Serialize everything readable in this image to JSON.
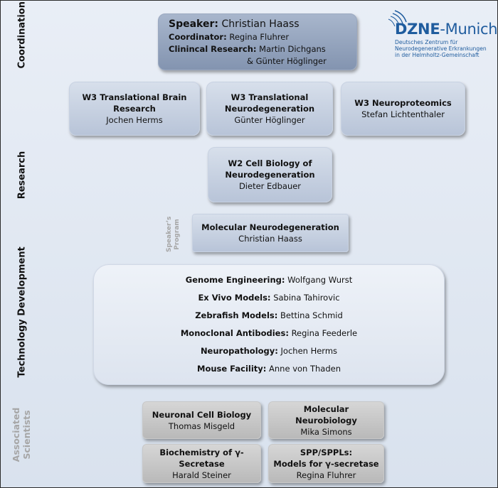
{
  "side_labels": {
    "coordination": "Coordination",
    "research": "Research",
    "technology": "Technology Development",
    "associated": "Associated Scientists",
    "speakers_program": "Speaker’s Program"
  },
  "logo": {
    "name_dzne": "DZNE",
    "name_city": "-Munich",
    "sub1": "Deutsches Zentrum für",
    "sub2": "Neurodegenerative Erkrankungen",
    "sub3": "in der Helmholtz-Gemeinschaft"
  },
  "coordination": {
    "speaker_label": "Speaker:",
    "speaker_name": "Christian Haass",
    "coordinator_label": "Coordinator:",
    "coordinator_name": "Regina Fluhrer",
    "clinical_label": "Clinincal Research:",
    "clinical_name1": "Martin Dichgans",
    "clinical_name2": "& Günter Höglinger"
  },
  "research": {
    "w3_translational_brain": {
      "title1": "W3 Translational Brain",
      "title2": "Research",
      "name": "Jochen Herms"
    },
    "w3_translational_neuro": {
      "title1": "W3 Translational",
      "title2": "Neurodegeneration",
      "name": "Günter Höglinger"
    },
    "w3_neuroproteomics": {
      "title1": "W3 Neuroproteomics",
      "name": "Stefan Lichtenthaler"
    },
    "w2_cell_biology": {
      "title1": "W2 Cell Biology of",
      "title2": "Neurodegeneration",
      "name": "Dieter Edbauer"
    },
    "molecular_neurodegeneration": {
      "title1": "Molecular Neurodegeneration",
      "name": "Christian Haass"
    }
  },
  "technology": {
    "items": [
      {
        "label": "Genome Engineering:",
        "name": "Wolfgang Wurst"
      },
      {
        "label": "Ex Vivo Models:",
        "name": "Sabina Tahirovic"
      },
      {
        "label": "Zebrafish Models:",
        "name": "Bettina Schmid"
      },
      {
        "label": "Monoclonal Antibodies:",
        "name": "Regina Feederle"
      },
      {
        "label": "Neuropathology:",
        "name": "Jochen Herms"
      },
      {
        "label": "Mouse Facility:",
        "name": "Anne von Thaden"
      }
    ]
  },
  "associated": {
    "neuronal_cell_biology": {
      "title1": "Neuronal Cell Biology",
      "name": "Thomas Misgeld"
    },
    "molecular_neurobiology": {
      "title1": "Molecular",
      "title2": "Neurobiology",
      "name": "Mika Simons"
    },
    "biochemistry": {
      "title1": "Biochemistry of γ-",
      "title2": "Secretase",
      "name": "Harald Steiner"
    },
    "spp_sppls": {
      "title1": "SPP/SPPLs:",
      "title2": "Models for γ-secretase",
      "name": "Regina Fluhrer"
    }
  },
  "colors": {
    "logo_blue": "#1f5c9e",
    "side_label_dark": "#111111",
    "side_label_gray": "#a6a6a6"
  }
}
